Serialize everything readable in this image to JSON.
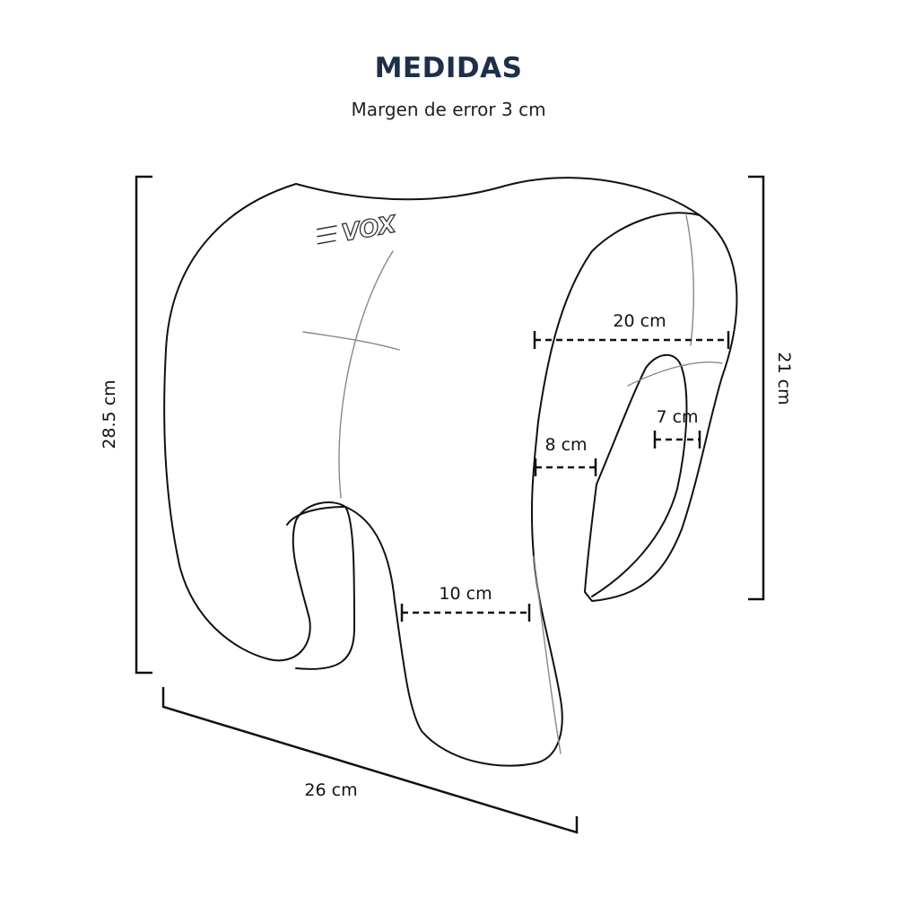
{
  "header": {
    "title": "MEDIDAS",
    "subtitle": "Margen de error 3 cm"
  },
  "brand": {
    "logo_text": "VOX"
  },
  "dimensions": {
    "height": "28.5 cm",
    "depth": "26 cm",
    "side_height": "21 cm",
    "inner_width": "20 cm",
    "arm_width": "8 cm",
    "slot_width": "7 cm",
    "gap_width": "10 cm"
  },
  "colors": {
    "title": "#1d2f4a",
    "outline": "#111111",
    "seam": "#888888"
  }
}
